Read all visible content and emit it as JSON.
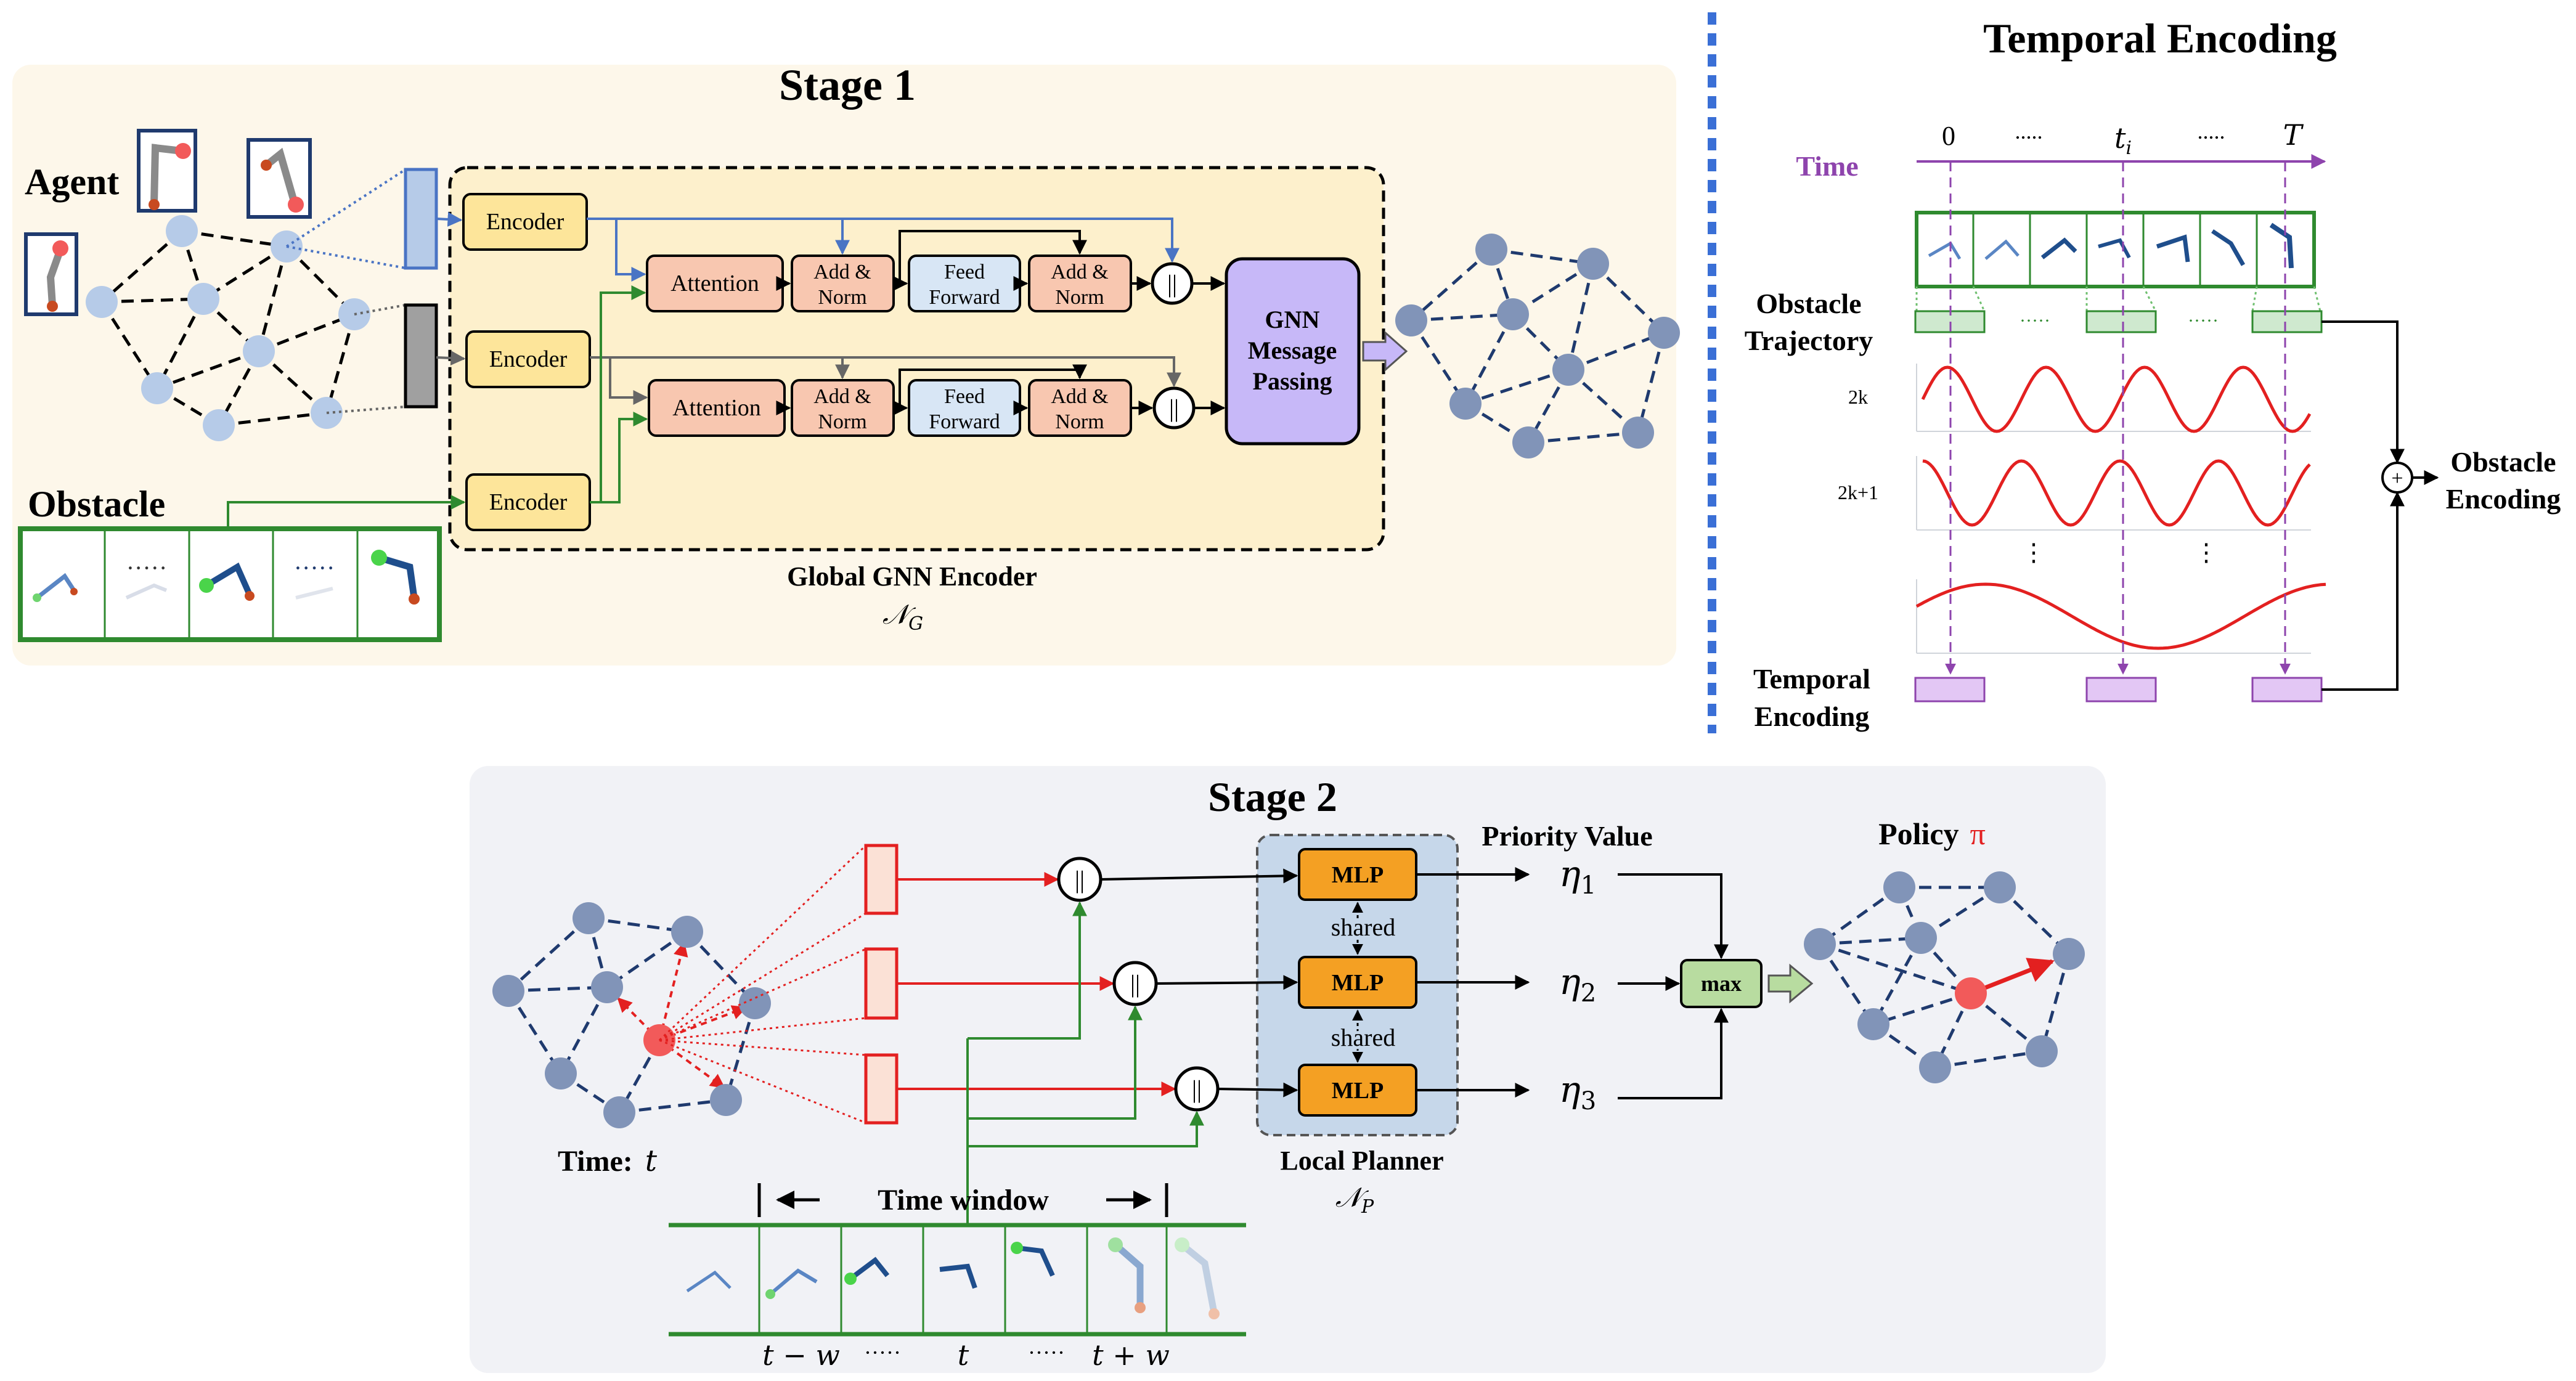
{
  "stage1": {
    "title": "Stage 1",
    "agent_label": "Agent",
    "obstacle_label": "Obstacle",
    "encoder_label": "Encoder",
    "attention_label": "Attention",
    "addnorm_line1": "Add &",
    "addnorm_line2": "Norm",
    "ff_line1": "Feed",
    "ff_line2": "Forward",
    "concat_symbol": "||",
    "gnn_line1": "GNN",
    "gnn_line2": "Message",
    "gnn_line3": "Passing",
    "global_encoder_label": "Global GNN Encoder",
    "global_encoder_symbol": "𝒩",
    "global_encoder_sub": "G",
    "obstacle_dots": "·····"
  },
  "temporal": {
    "title": "Temporal Encoding",
    "time_label": "Time",
    "tick_labels": [
      "0",
      ".....",
      "t",
      ".....",
      "T"
    ],
    "tick_sub": "i",
    "trajectory_line1": "Obstacle",
    "trajectory_line2": "Trajectory",
    "dim_2k": "2k",
    "dim_2k1": "2k+1",
    "vdots": "⋮",
    "hdots": "·····",
    "temporal_line1": "Temporal",
    "temporal_line2": "Encoding",
    "plus_symbol": "+",
    "output_line1": "Obstacle",
    "output_line2": "Encoding"
  },
  "stage2": {
    "title": "Stage 2",
    "concat_symbol": "||",
    "mlp_label": "MLP",
    "shared_label": "shared",
    "priority_label": "Priority Value",
    "eta_symbol": "η",
    "eta_subs": [
      "1",
      "2",
      "3"
    ],
    "max_label": "max",
    "policy_label": "Policy",
    "policy_symbol": "π",
    "local_planner_label": "Local Planner",
    "local_planner_symbol": "𝒩",
    "local_planner_sub": "P",
    "time_label": "Time:",
    "time_symbol": "t",
    "time_window_label": "Time window",
    "window_ticks": [
      "t − w",
      "·····",
      "t",
      "·····",
      "t + w"
    ]
  },
  "colors": {
    "stage1_bg": "#fdf7ea",
    "encoder_panel": "#fdf0cc",
    "encoder_box": "#fde59a",
    "attention_box": "#f8c7b0",
    "ff_box": "#d8e6f5",
    "gnn_box": "#c7b8f8",
    "stage2_bg": "#f1f2f6",
    "planner_bg": "#c6d7ea",
    "mlp_box": "#f4a023",
    "max_box": "#b8dca0",
    "graph_node_light": "#b6cbe8",
    "graph_node_dark": "#8194b8",
    "agent_red": "#f25a5a",
    "obstacle_green": "#2f8a2f",
    "agent_blue": "#4a74c4",
    "encoding_purple": "#8e44ad",
    "wave_red": "#e32020"
  }
}
